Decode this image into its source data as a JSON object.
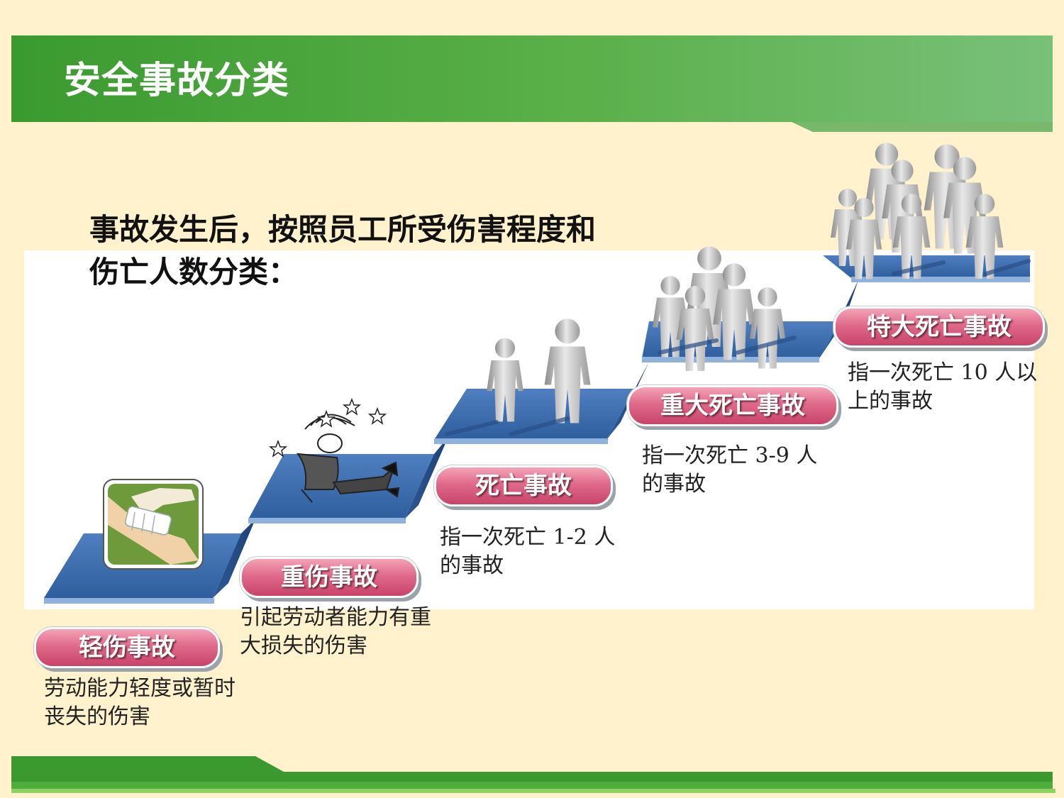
{
  "title": "安全事故分类",
  "intro": "事故发生后，按照员工所受伤害程度和伤亡人数分类：",
  "levels": [
    {
      "label": "轻伤事故",
      "description": "劳动能力轻度或暂时丧失的伤害"
    },
    {
      "label": "重伤事故",
      "description": "引起劳动者能力有重大损失的伤害"
    },
    {
      "label": "死亡事故",
      "description": "指一次死亡 1-2 人的事故"
    },
    {
      "label": "重大死亡事故",
      "description": "指一次死亡 3-9 人的事故"
    },
    {
      "label": "特大死亡事故",
      "description": "指一次死亡 10 人以上的事故"
    }
  ],
  "colors": {
    "header_green": "#4aa73a",
    "background": "#fff2cc",
    "stair_blue": "#3b68a8",
    "badge_pink": "#d9547a"
  },
  "icons": [
    "bandage-icon",
    "injured-person-icon",
    "person-silhouette-icon"
  ]
}
